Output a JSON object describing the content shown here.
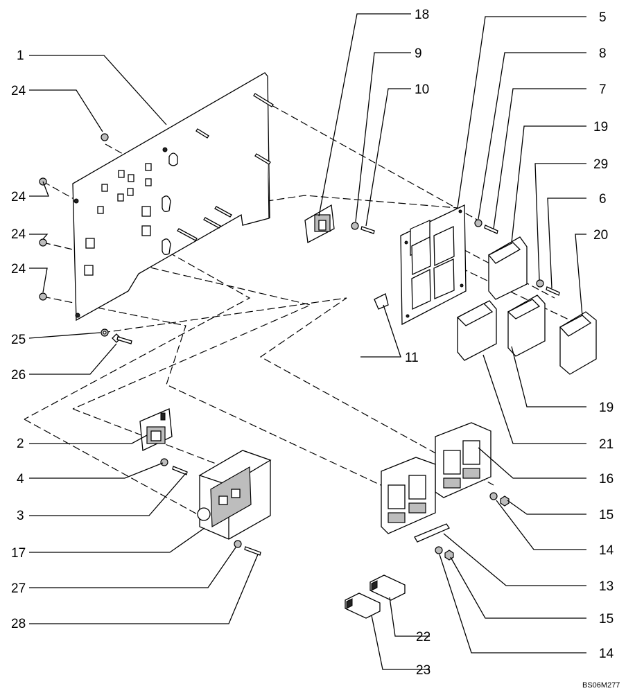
{
  "diagram": {
    "reference_code": "BS06M277",
    "callouts": {
      "c1": "1",
      "c2": "2",
      "c3": "3",
      "c4": "4",
      "c5": "5",
      "c6": "6",
      "c7": "7",
      "c8": "8",
      "c9": "9",
      "c10": "10",
      "c11": "11",
      "c13": "13",
      "c14a": "14",
      "c14b": "14",
      "c15a": "15",
      "c15b": "15",
      "c16": "16",
      "c17": "17",
      "c18": "18",
      "c19a": "19",
      "c19b": "19",
      "c20": "20",
      "c21": "21",
      "c22": "22",
      "c23": "23",
      "c24a": "24",
      "c24b": "24",
      "c24c": "24",
      "c24d": "24",
      "c25": "25",
      "c26": "26",
      "c27": "27",
      "c28": "28",
      "c29": "29"
    }
  }
}
